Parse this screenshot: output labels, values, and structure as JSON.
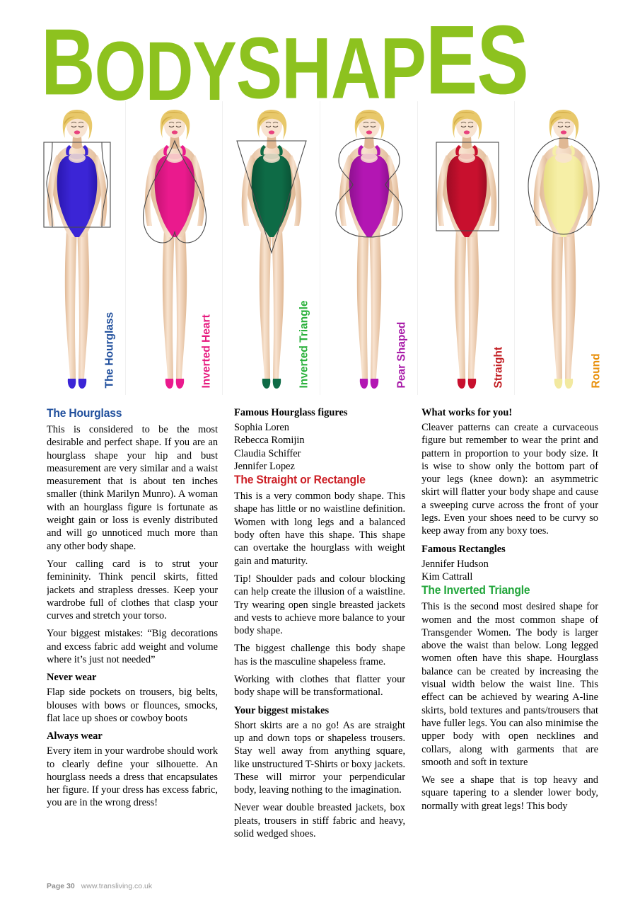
{
  "page": {
    "title": "BODY SHAPES",
    "title_parts": [
      "B",
      "ODY",
      " SHAP",
      "ES"
    ],
    "title_color": "#8DC21F",
    "background": "#ffffff"
  },
  "figures": [
    {
      "label": "The Hourglass",
      "label_color": "#1F4E9C",
      "suit_color": "#3B25D6",
      "suit_shade": "#2A17B0",
      "shoe_color": "#3B25D6",
      "overlay": "hourglass",
      "overlay_icon": "rectangle-with-curves-icon"
    },
    {
      "label": "Inverted Heart",
      "label_color": "#E6187E",
      "suit_color": "#EA1A8D",
      "suit_shade": "#C41374",
      "shoe_color": "#EA1A8D",
      "overlay": "inverted-heart",
      "overlay_icon": "inverted-heart-icon"
    },
    {
      "label": "Inverted Triangle",
      "label_color": "#2BB13C",
      "suit_color": "#0E6B46",
      "suit_shade": "#0A5336",
      "shoe_color": "#0E6B46",
      "overlay": "inverted-triangle",
      "overlay_icon": "inverted-triangle-icon"
    },
    {
      "label": "Pear Shaped",
      "label_color": "#A81AA8",
      "suit_color": "#B316B3",
      "suit_shade": "#8E1190",
      "shoe_color": "#B316B3",
      "overlay": "pear",
      "overlay_icon": "figure-eight-icon"
    },
    {
      "label": "Straight",
      "label_color": "#C21D22",
      "suit_color": "#C8102E",
      "suit_shade": "#9E0C24",
      "shoe_color": "#C8102E",
      "overlay": "straight",
      "overlay_icon": "rectangle-icon"
    },
    {
      "label": "Round",
      "label_color": "#E8900C",
      "suit_color": "#F6EFA6",
      "suit_shade": "#E8DE85",
      "shoe_color": "#F2E9A0",
      "overlay": "round",
      "overlay_icon": "circle-icon"
    }
  ],
  "columns": {
    "col1": {
      "heading": "The Hourglass",
      "heading_color": "#1F4E9C",
      "paragraphs": [
        "This is considered to be the most desirable and perfect shape. If you are an hourglass shape your hip and bust measurement are very similar and a waist measurement that is about ten inches smaller (think Marilyn Munro). A woman with an hourglass figure is fortunate as weight gain or loss is evenly distributed and will go unnoticed much more than any other body shape.",
        "Your calling card is to strut your femininity. Think pencil skirts, fitted jackets and strapless dresses. Keep your wardrobe full of clothes that clasp your curves and stretch your torso.",
        "Your biggest mistakes: “Big decorations and excess fabric add weight and volume where it’s just not needed”"
      ],
      "subhead_never": "Never wear",
      "never_text": "Flap side pockets on trousers, big belts, blouses with bows or flounces, smocks, flat lace up shoes or cowboy boots",
      "subhead_always": "Always wear",
      "always_text": "Every item in your wardrobe should work to clearly define your silhouette. An hourglass needs a dress that encapsulates her figure. If your dress has excess fabric, you are in the wrong dress!"
    },
    "col2": {
      "famous_heading": "Famous Hourglass figures",
      "famous_names": [
        "Sophia Loren",
        "Rebecca Romijin",
        "Claudia Schiffer",
        "Jennifer Lopez"
      ],
      "heading": "The Straight or Rectangle",
      "heading_color": "#CC1E24",
      "paragraphs": [
        "This is a very common body shape. This shape has little or no waistline definition. Women with long legs and a balanced body often have this shape. This shape can overtake the hourglass with weight gain and maturity.",
        "Tip! Shoulder pads and colour blocking can help create the illusion of a waistline. Try wearing open single breasted jackets and vests to achieve more balance to your body shape.",
        "The biggest challenge this body shape has is the masculine shapeless frame.",
        "Working with clothes that flatter your body shape will be transformational."
      ],
      "subhead_mistakes": "Your biggest mistakes",
      "mistakes_paragraphs": [
        "Short skirts are a no go! As are straight up and down tops or shapeless trousers. Stay well away from anything square, like unstructured T-Shirts or boxy jackets. These will mirror your perpendicular body, leaving nothing to the imagination.",
        "Never wear double breasted jackets, box pleats, trousers in stiff fabric and heavy, solid wedged shoes."
      ]
    },
    "col3": {
      "subhead_works": "What works for you!",
      "works_text": "Cleaver patterns can create a curvaceous figure but remember to wear the print and pattern in proportion to your body size. It is wise to show only the bottom part of your legs (knee down): an asymmetric skirt will flatter your body shape and cause a sweeping curve across the front of your legs. Even your shoes need to be curvy so keep away from any boxy toes.",
      "famous_heading": "Famous Rectangles",
      "famous_names": [
        "Jennifer Hudson",
        "Kim Cattrall"
      ],
      "heading": "The Inverted Triangle",
      "heading_color": "#22A63B",
      "paragraphs": [
        "This is the second most desired shape for women and the most common shape of Transgender Women. The body is larger above the waist than below. Long legged women often have this shape. Hourglass balance can be created by increasing the visual width below the waist line. This effect can be achieved by wearing A-line skirts, bold textures and pants/trousers that have fuller legs. You can also minimise the upper body with open necklines and collars, along with garments that are smooth and soft in texture",
        "We see a shape that is top heavy and square tapering to a slender lower body, normally with great legs! This body"
      ]
    }
  },
  "footer": {
    "page_number": "Page 30",
    "website": "www.transliving.co.uk"
  }
}
